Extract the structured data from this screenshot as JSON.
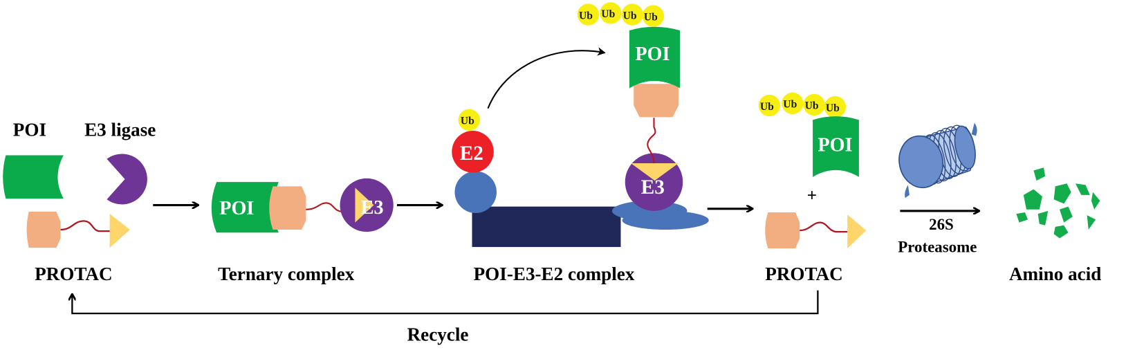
{
  "title": "PROTAC mechanism of action",
  "colors": {
    "poi": "#0bab4c",
    "e3": "#6e3596",
    "ligand_poi": "#f2ad80",
    "ligand_e3": "#fdd56a",
    "linker": "#b3151f",
    "e2": "#ec2127",
    "ub": "#f7ee12",
    "blue": "#4a74ba",
    "navy": "#1f2858",
    "amino": "#13ae4b"
  },
  "stage1": {
    "poi_label": "POI",
    "e3_label": "E3 ligase",
    "protac_label": "PROTAC"
  },
  "stage2": {
    "poi_text": "POI",
    "e3_text": "E3",
    "label": "Ternary complex"
  },
  "stage3": {
    "ub_single": "Ub",
    "e2_text": "E2",
    "poi_text": "POI",
    "e3_text": "E3",
    "ub_chain": [
      "Ub",
      "Ub",
      "Ub",
      "Ub"
    ],
    "label": "POI-E3-E2 complex"
  },
  "stage4": {
    "ub_chain": [
      "Ub",
      "Ub",
      "Ub",
      "Ub"
    ],
    "poi_text": "POI",
    "plus": "+",
    "label": "PROTAC"
  },
  "stage5": {
    "arrow_label_1": "26S",
    "arrow_label_2": "Proteasome"
  },
  "stage6": {
    "label": "Amino acid"
  },
  "recycle_label": "Recycle"
}
